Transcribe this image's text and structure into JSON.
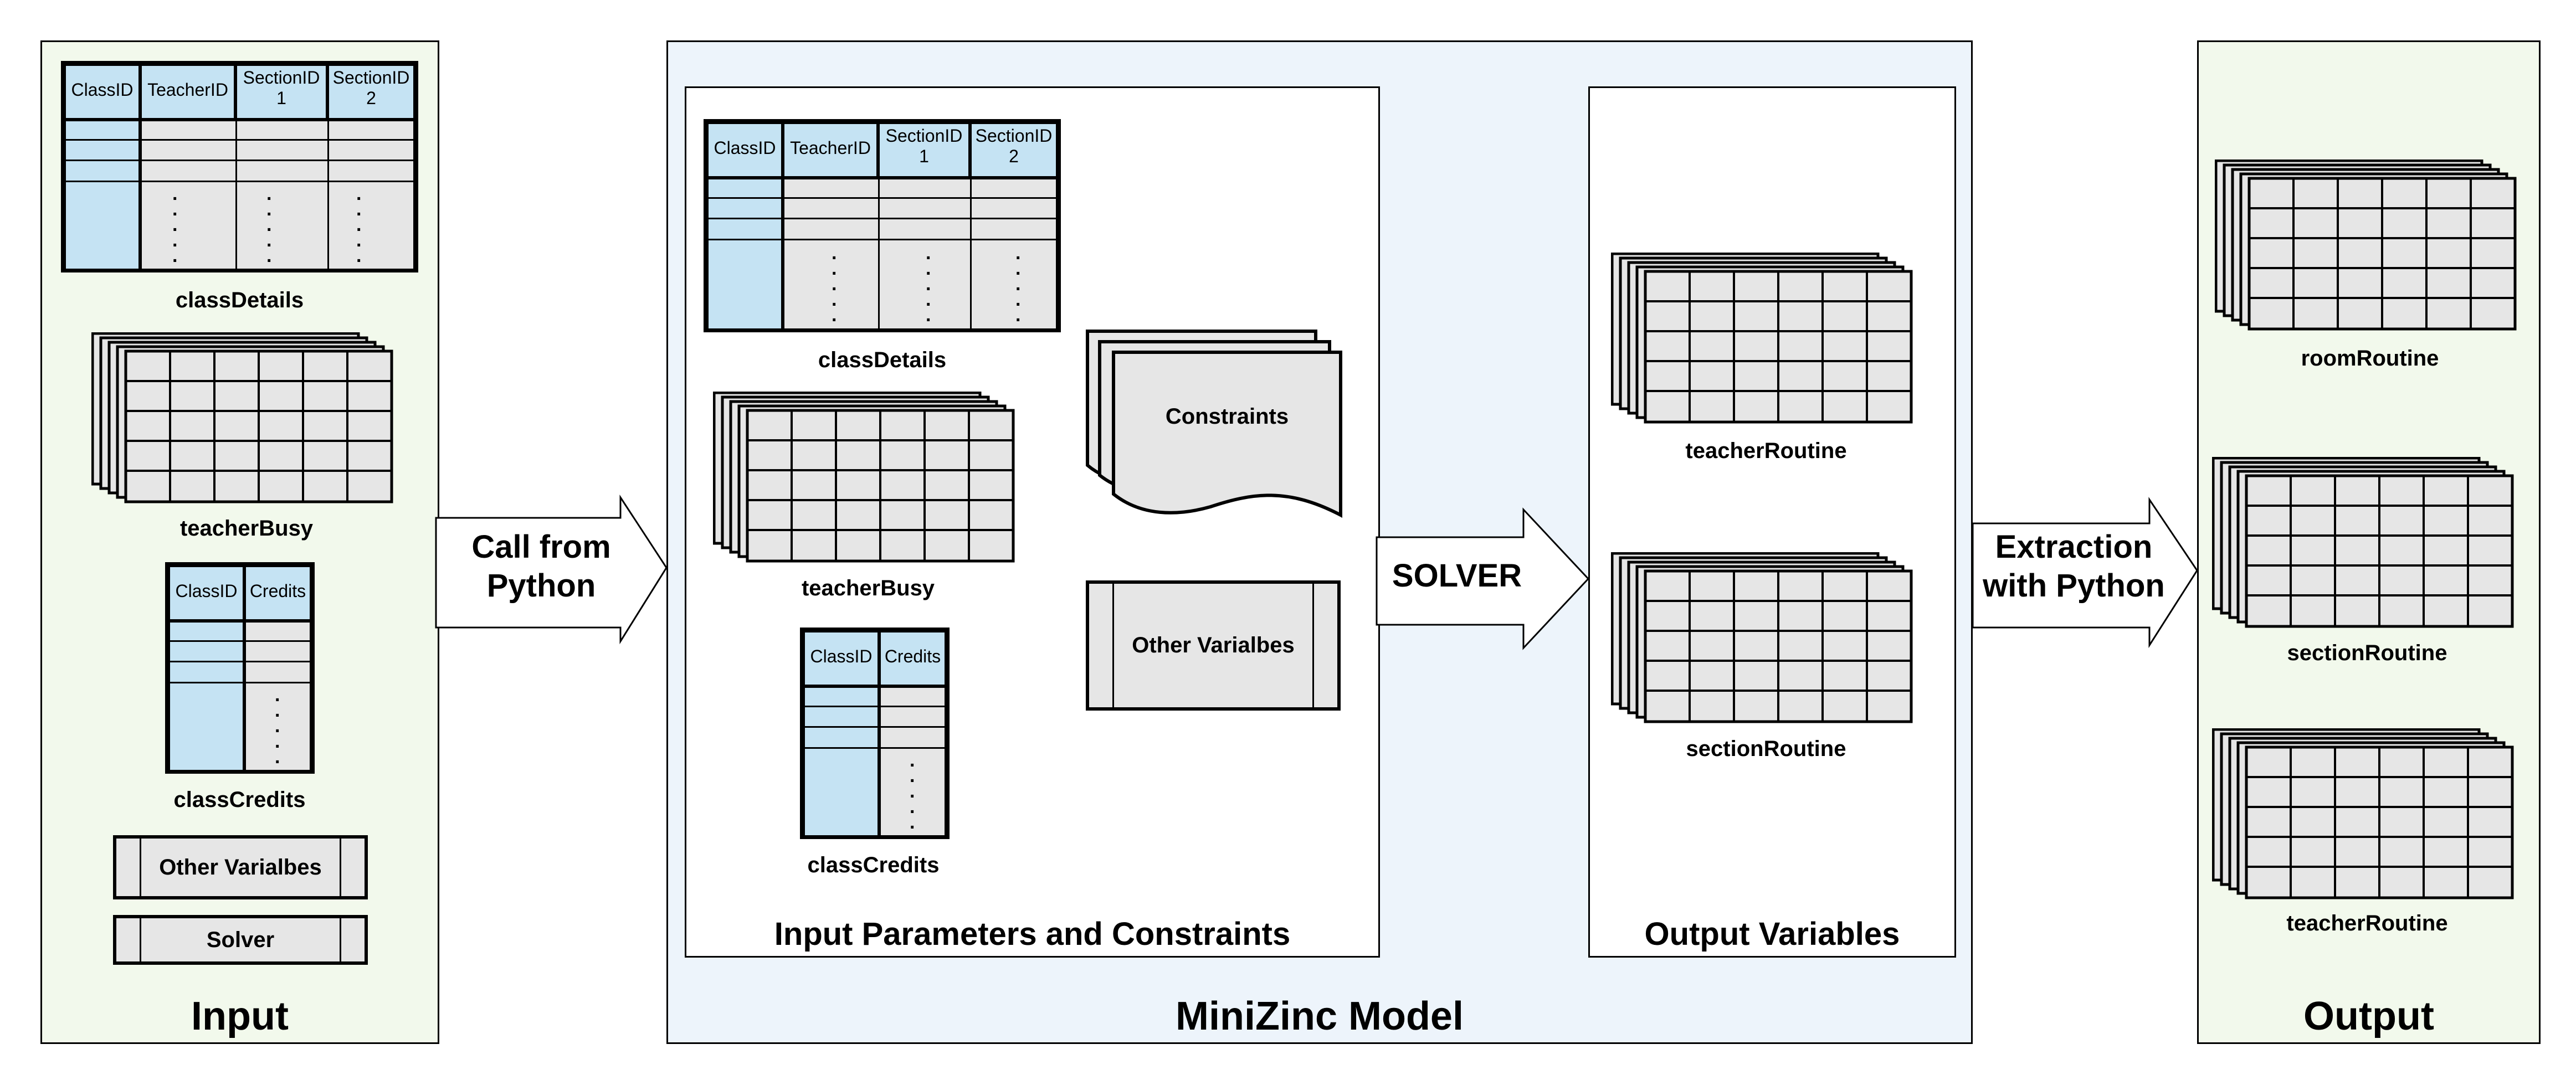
{
  "panels": {
    "input": {
      "title": "Input"
    },
    "model": {
      "title": "MiniZinc Model"
    },
    "params": {
      "title": "Input Parameters and Constraints"
    },
    "outvars": {
      "title": "Output Variables"
    },
    "output": {
      "title": "Output"
    }
  },
  "input": {
    "class_details": {
      "headers": [
        "ClassID",
        "TeacherID",
        "SectionID\n1",
        "SectionID\n2"
      ],
      "label": "classDetails"
    },
    "teacher_busy": {
      "label": "teacherBusy"
    },
    "class_credits": {
      "headers": [
        "ClassID",
        "Credits"
      ],
      "label": "classCredits"
    },
    "other_variables": "Other Varialbes",
    "solver": "Solver"
  },
  "model": {
    "class_details": {
      "headers": [
        "ClassID",
        "TeacherID",
        "SectionID\n1",
        "SectionID\n2"
      ],
      "label": "classDetails"
    },
    "teacher_busy": {
      "label": "teacherBusy"
    },
    "class_credits": {
      "headers": [
        "ClassID",
        "Credits"
      ],
      "label": "classCredits"
    },
    "constraints": "Constraints",
    "other_variables": "Other Varialbes",
    "teacher_routine": "teacherRoutine",
    "section_routine": "sectionRoutine"
  },
  "arrows": {
    "call": "Call from\nPython",
    "solver": "SOLVER",
    "extraction": "Extraction\nwith Python"
  },
  "output": {
    "room_routine": "roomRoutine",
    "section_routine": "sectionRoutine",
    "teacher_routine": "teacherRoutine"
  },
  "colors": {
    "input_bg": "#f2f9ec",
    "model_bg": "#edf4fb",
    "header_blue": "#c5e3f3",
    "cell_grey": "#e6e6e6"
  }
}
